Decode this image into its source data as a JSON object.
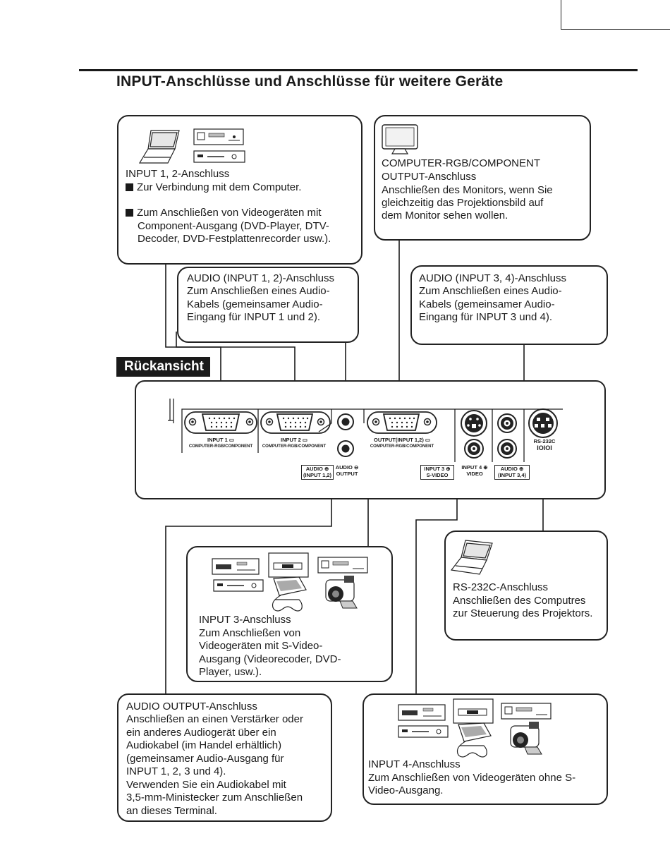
{
  "header": {
    "title": "INPUT-Anschlüsse und Anschlüsse für weitere Geräte"
  },
  "input12": {
    "heading": "INPUT 1, 2-Anschluss",
    "bullet1": "Zur Verbindung mit dem Computer.",
    "bullet2_line1": "Zum Anschließen von Videogeräten mit",
    "bullet2_line2": "Component-Ausgang (DVD-Player, DTV-",
    "bullet2_line3": "Decoder, DVD-Festplattenrecorder usw.)."
  },
  "computer_out": {
    "line1": "COMPUTER-RGB/COMPONENT",
    "line2": "OUTPUT-Anschluss",
    "line3": "Anschließen des Monitors, wenn Sie",
    "line4": "gleichzeitig das Projektionsbild auf",
    "line5": "dem Monitor sehen wollen."
  },
  "audio12": {
    "line1": "AUDIO (INPUT 1, 2)-Anschluss",
    "line2": "Zum Anschließen eines Audio-",
    "line3": "Kabels (gemeinsamer Audio-",
    "line4": "Eingang für INPUT 1 und 2)."
  },
  "audio34": {
    "line1": "AUDIO (INPUT 3, 4)-Anschluss",
    "line2": "Zum Anschließen eines Audio-",
    "line3": "Kabels (gemeinsamer Audio-",
    "line4": "Eingang für INPUT 3 und 4)."
  },
  "rear_view_label": "Rückansicht",
  "panel": {
    "input1": "INPUT 1",
    "input2": "INPUT 2",
    "rgb_component": "COMPUTER-RGB/COMPONENT",
    "output": "OUTPUT(INPUT 1,2)",
    "audio_in12_a": "AUDIO",
    "audio_in12_b": "(INPUT 1,2)",
    "audio_out_a": "AUDIO",
    "audio_out_b": "OUTPUT",
    "input3_a": "INPUT 3",
    "input3_b": "S-VIDEO",
    "input4_a": "INPUT 4",
    "input4_b": "VIDEO",
    "audio34_a": "AUDIO",
    "audio34_b": "(INPUT 3,4)",
    "rs232c": "RS-232C"
  },
  "rs232c": {
    "line1": "RS-232C-Anschluss",
    "line2": "Anschließen des Computres",
    "line3": "zur Steuerung des Projektors."
  },
  "input3": {
    "line1": "INPUT 3-Anschluss",
    "line2": "Zum Anschließen von",
    "line3": "Videogeräten mit S-Video-",
    "line4": "Ausgang (Videorecoder, DVD-",
    "line5": "Player, usw.)."
  },
  "audio_output": {
    "line1": "AUDIO OUTPUT-Anschluss",
    "line2": "Anschließen an einen Verstärker oder",
    "line3": "ein anderes Audiogerät über ein",
    "line4": "Audiokabel (im Handel erhältlich)",
    "line5": "(gemeinsamer Audio-Ausgang für",
    "line6": "INPUT 1, 2, 3 und 4).",
    "line7": "Verwenden Sie ein Audiokabel mit",
    "line8": "3,5-mm-Ministecker zum Anschließen",
    "line9": "an dieses Terminal."
  },
  "input4": {
    "line1": "INPUT 4-Anschluss",
    "line2": "Zum Anschließen von Videogeräten ohne S-",
    "line3": "Video-Ausgang."
  },
  "icons": {
    "laptop": "laptop-icon",
    "monitor": "monitor-icon",
    "dvd_player": "dvd-player-icon",
    "vcr": "vcr-icon",
    "camcorder": "camcorder-icon",
    "game_console": "game-console-icon"
  }
}
